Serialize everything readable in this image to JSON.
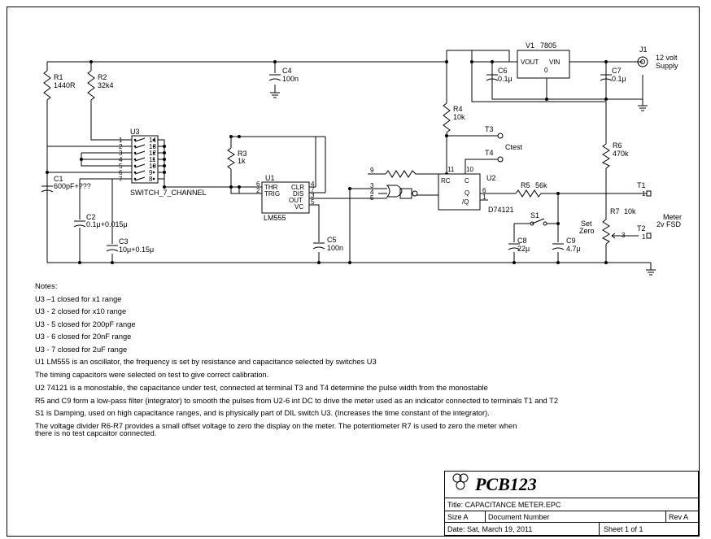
{
  "components": {
    "R1": {
      "ref": "R1",
      "value": "1440R"
    },
    "R2": {
      "ref": "R2",
      "value": "32k4"
    },
    "C4": {
      "ref": "C4",
      "value": "100n"
    },
    "U3": {
      "ref": "U3",
      "value": "SWITCH_7_CHANNEL",
      "pins_left": [
        "1",
        "2",
        "3",
        "4",
        "5",
        "6",
        "7"
      ],
      "pins_right": [
        "14",
        "13",
        "12",
        "11",
        "10",
        "9",
        "8"
      ]
    },
    "C1": {
      "ref": "C1",
      "value": "600pF+???"
    },
    "C2": {
      "ref": "C2",
      "value": "0.1μ+0.015μ"
    },
    "C3": {
      "ref": "C3",
      "value": "10μ+0.15μ"
    },
    "R3": {
      "ref": "R3",
      "value": "1k"
    },
    "U1": {
      "ref": "U1",
      "value": "LM555",
      "pins": {
        "thr": "THR",
        "trig": "TRIG",
        "clr": "CLR",
        "dis": "DIS",
        "out": "OUT",
        "vc": "VC"
      },
      "pin_numbers": {
        "p6": "6",
        "p2": "2",
        "p4": "4",
        "p7": "7",
        "p3": "3",
        "p5": "5"
      }
    },
    "C5": {
      "ref": "C5",
      "value": "100n"
    },
    "V1": {
      "ref": "V1",
      "value": "7805",
      "vout": "VOUT",
      "vin": "VIN",
      "gnd": "0"
    },
    "C6": {
      "ref": "C6",
      "value": "0.1μ"
    },
    "C7": {
      "ref": "C7",
      "value": "0.1μ"
    },
    "J1": {
      "ref": "J1",
      "value": "12 volt",
      "value2": "Supply"
    },
    "R4": {
      "ref": "R4",
      "value": "10k"
    },
    "T3": {
      "ref": "T3"
    },
    "T4": {
      "ref": "T4"
    },
    "Ctest": {
      "ref": "Ctest"
    },
    "U2": {
      "ref": "U2",
      "value": "D74121",
      "pins": {
        "rc": "RC",
        "c": "C",
        "q": "Q",
        "nq": "/Q"
      },
      "pin_numbers": {
        "p11": "11",
        "p10": "10",
        "p9": "9",
        "p3": "3",
        "p4": "4",
        "p5": "5",
        "p6": "6",
        "p1": "1"
      }
    },
    "R5": {
      "ref": "R5",
      "value": "56k"
    },
    "R6": {
      "ref": "R6",
      "value": "470k"
    },
    "R7": {
      "ref": "R7",
      "value": "10k",
      "pin": "3"
    },
    "T1": {
      "ref": "T1",
      "pin": "1"
    },
    "T2": {
      "ref": "T2",
      "pin": "1"
    },
    "S1": {
      "ref": "S1"
    },
    "C8": {
      "ref": "C8",
      "value": "22μ"
    },
    "C9": {
      "ref": "C9",
      "value": "4.7μ"
    },
    "set_zero": {
      "line1": "Set",
      "line2": "Zero"
    },
    "meter": {
      "line1": "Meter",
      "line2": "2v FSD"
    }
  },
  "notes": {
    "title": "Notes:",
    "lines": [
      "U3 –1 closed for x1 range",
      "U3 - 2 closed for x10 range",
      "U3 - 5 closed for 200pF range",
      "U3 - 6 closed for 20nF range",
      "U3 - 7 closed for 2uF range",
      "U1  LM555 is an oscillator, the frequency is set by resistance and capacitance selected by switches U3",
      "The timing capacitors were selected on test to give correct calibration.",
      "U2 74121 is a monostable, the capacitance under test, connected at terminal T3 and T4 determine the pulse width from the monostable",
      "R5 and C9 form a low-pass filter (integrator) to smooth the pulses from U2-6 int DC to drive the meter used as an indicator connected to terminals T1 and T2",
      "S1 is Damping, used on high capacitance ranges, and is physically part of DIL switch U3.  (Increases the time constant of the integrator).",
      "The voltage divider R6-R7 provides a small offset voltage to zero the display on the meter. The potentiometer R7 is used to zero the meter when",
      "there is no test capcaitor connected."
    ]
  },
  "title_block": {
    "logo": "PCB123",
    "title": "Title: CAPACITANCE METER.EPC",
    "size": "Size A",
    "document_number": "Document Number",
    "rev": "Rev A",
    "date": "Date: Sat, March 19, 2011",
    "sheet": "Sheet 1 of 1"
  }
}
